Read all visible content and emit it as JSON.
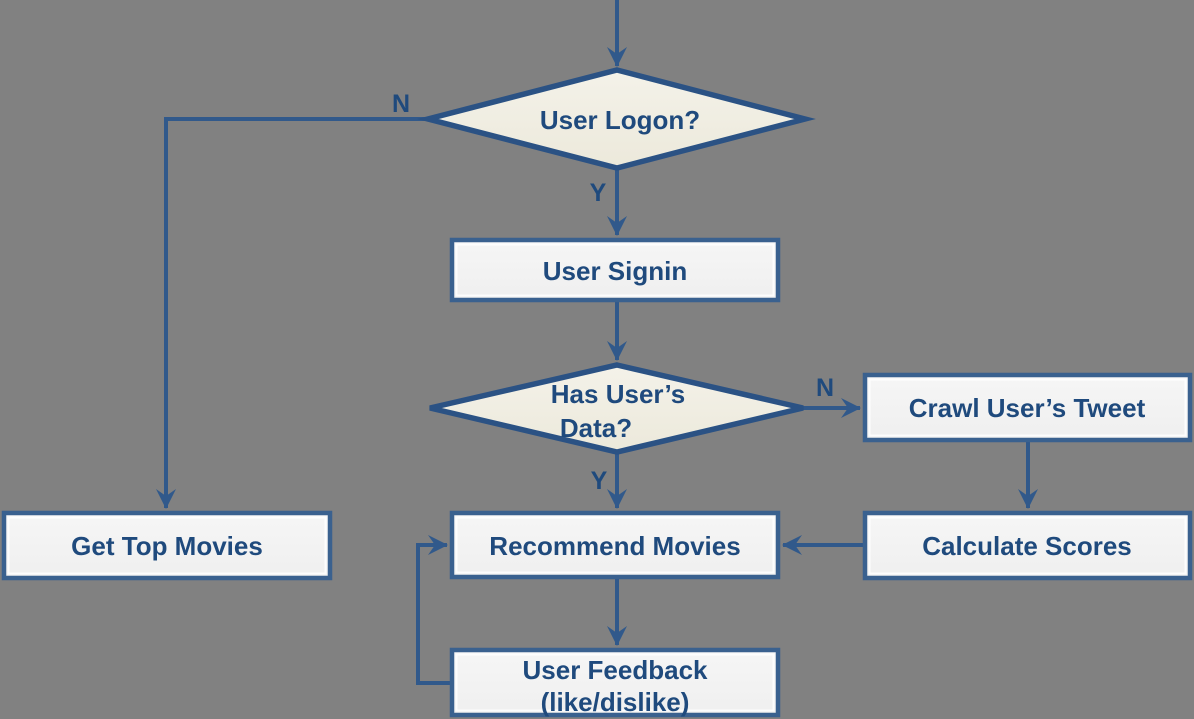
{
  "colors": {
    "background": "#818181",
    "connector_blue": "#31598B",
    "box_border_blue": "#3A618F",
    "diamond_border_blue": "#2B5284",
    "box_fill": "#F3F3F3",
    "diamond_fill": "#F1EFE4",
    "label_text": "#1F4A7D"
  },
  "nodes": {
    "user_logon": {
      "label": "User Logon?"
    },
    "user_signin": {
      "label": "User Signin"
    },
    "has_user_data": {
      "line1": "Has User’s",
      "line2": "Data?"
    },
    "crawl_users_tweet": {
      "label": "Crawl User’s Tweet"
    },
    "calculate_scores": {
      "label": "Calculate Scores"
    },
    "get_top_movies": {
      "label": "Get Top Movies"
    },
    "recommend_movies": {
      "label": "Recommend Movies"
    },
    "user_feedback": {
      "line1": "User Feedback",
      "line2": "(like/dislike)"
    }
  },
  "edge_labels": {
    "logon_no": "N",
    "logon_yes": "Y",
    "data_no": "N",
    "data_yes": "Y"
  }
}
